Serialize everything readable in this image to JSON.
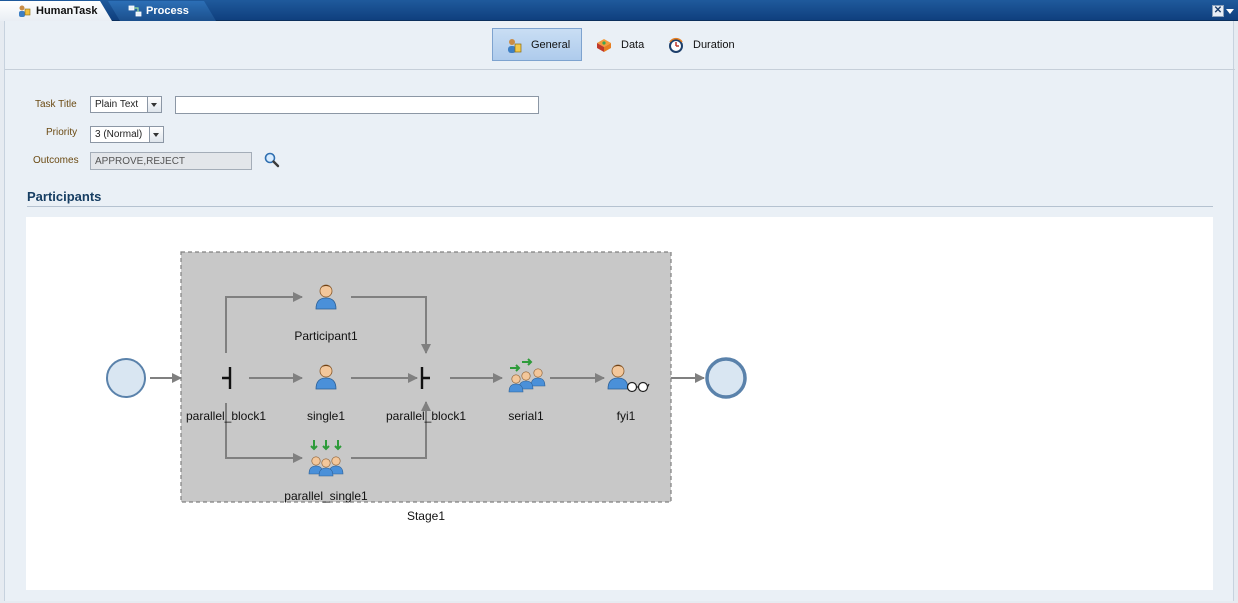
{
  "editor_tabs": [
    {
      "label": "HumanTask",
      "icon": "human-task-icon"
    },
    {
      "label": "Process",
      "icon": "process-icon"
    }
  ],
  "close_glyph": "✕",
  "subtabs": [
    {
      "label": "General",
      "icon": "general-icon",
      "active": true
    },
    {
      "label": "Data",
      "icon": "data-icon",
      "active": false
    },
    {
      "label": "Duration",
      "icon": "duration-icon",
      "active": false
    }
  ],
  "form": {
    "task_title_label": "Task Title",
    "task_title_mode": "Plain Text",
    "task_title_value": "",
    "priority_label": "Priority",
    "priority_value": "3 (Normal)",
    "outcomes_label": "Outcomes",
    "outcomes_value": "APPROVE,REJECT"
  },
  "participants_title": "Participants",
  "diagram": {
    "stage_label": "Stage1",
    "nodes": {
      "parallel_block_start": "parallel_block1",
      "participant1": "Participant1",
      "single1": "single1",
      "parallel_single1": "parallel_single1",
      "parallel_block_end": "parallel_block1",
      "serial1": "serial1",
      "fyi1": "fyi1"
    }
  },
  "colors": {
    "tabbar": "#1f5a9c",
    "active_subtab": "#aecbec",
    "stage_fill": "#c8c8c8",
    "event_fill": "#d9e6f2",
    "event_stroke": "#5a82ab",
    "connector": "#808080"
  }
}
